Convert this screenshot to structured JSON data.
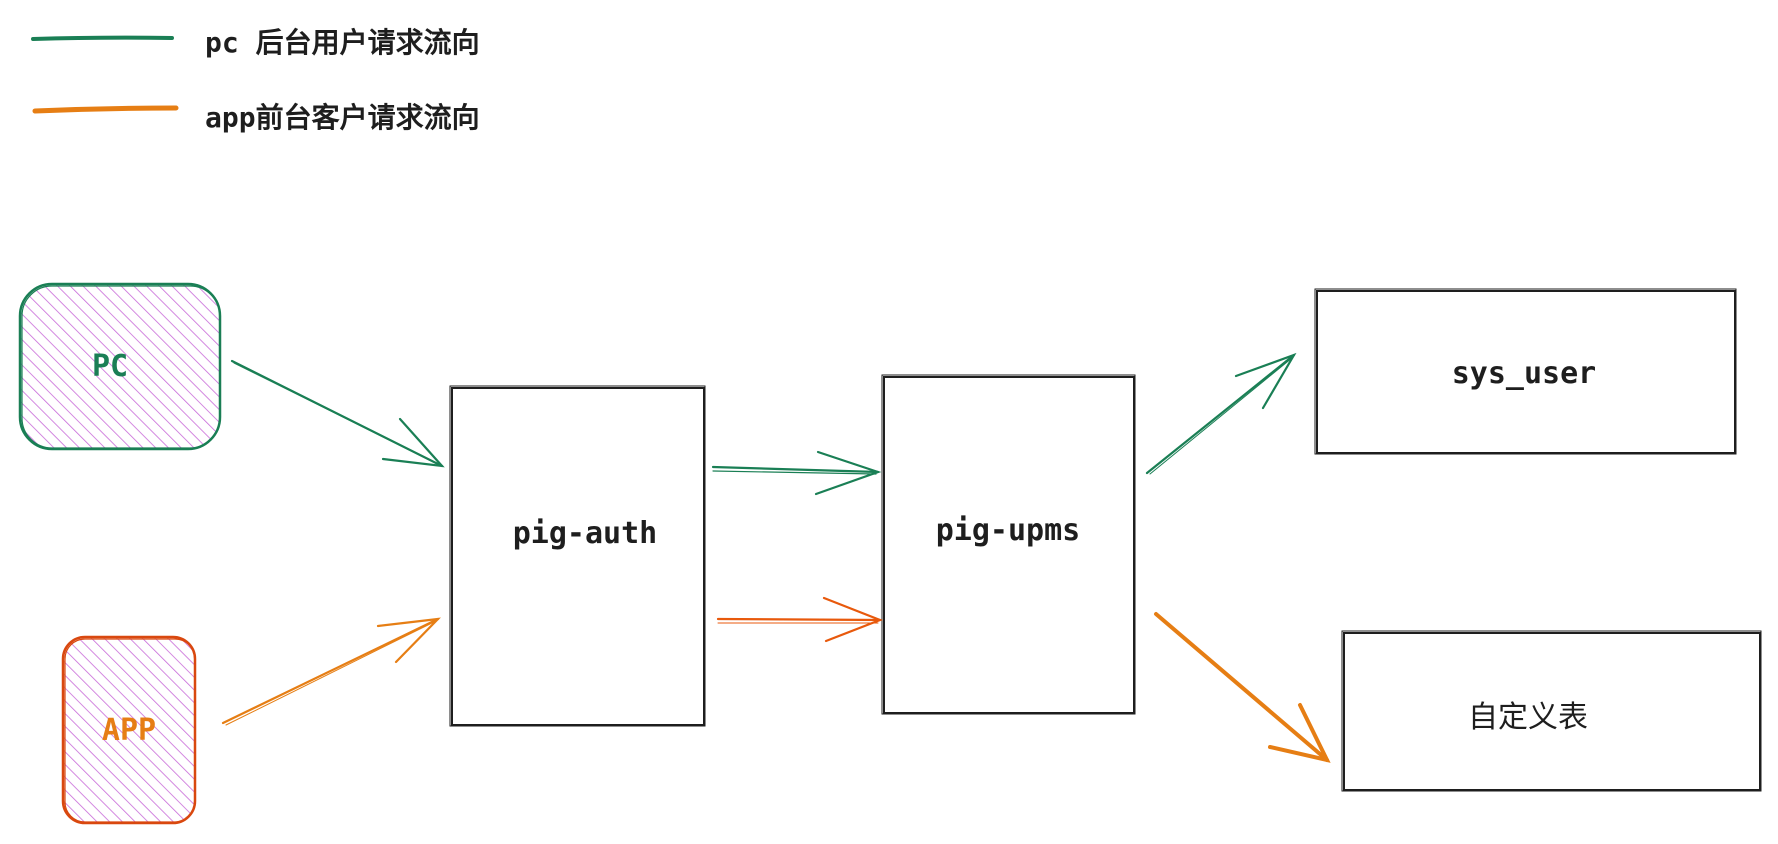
{
  "legend": [
    {
      "label": "pc 后台用户请求流向",
      "color": "#1a7f55"
    },
    {
      "label": "app前台客户请求流向",
      "color": "#e67e14"
    }
  ],
  "nodes": {
    "pc": {
      "label": "PC",
      "border": "#1a7f55",
      "text_color": "#1a7f55",
      "fill": "#c86ad8"
    },
    "app": {
      "label": "APP",
      "border": "#d9480f",
      "text_color": "#e67e14",
      "fill": "#c86ad8"
    },
    "pig_auth": {
      "label": "pig-auth"
    },
    "pig_upms": {
      "label": "pig-upms"
    },
    "sys_user": {
      "label": "sys_user"
    },
    "custom_table": {
      "label": "自定义表"
    }
  },
  "colors": {
    "pc_flow": "#1a7f55",
    "app_flow": "#e67e14",
    "app_flow_dark": "#e8590c",
    "box_stroke": "#1e1e1e"
  }
}
